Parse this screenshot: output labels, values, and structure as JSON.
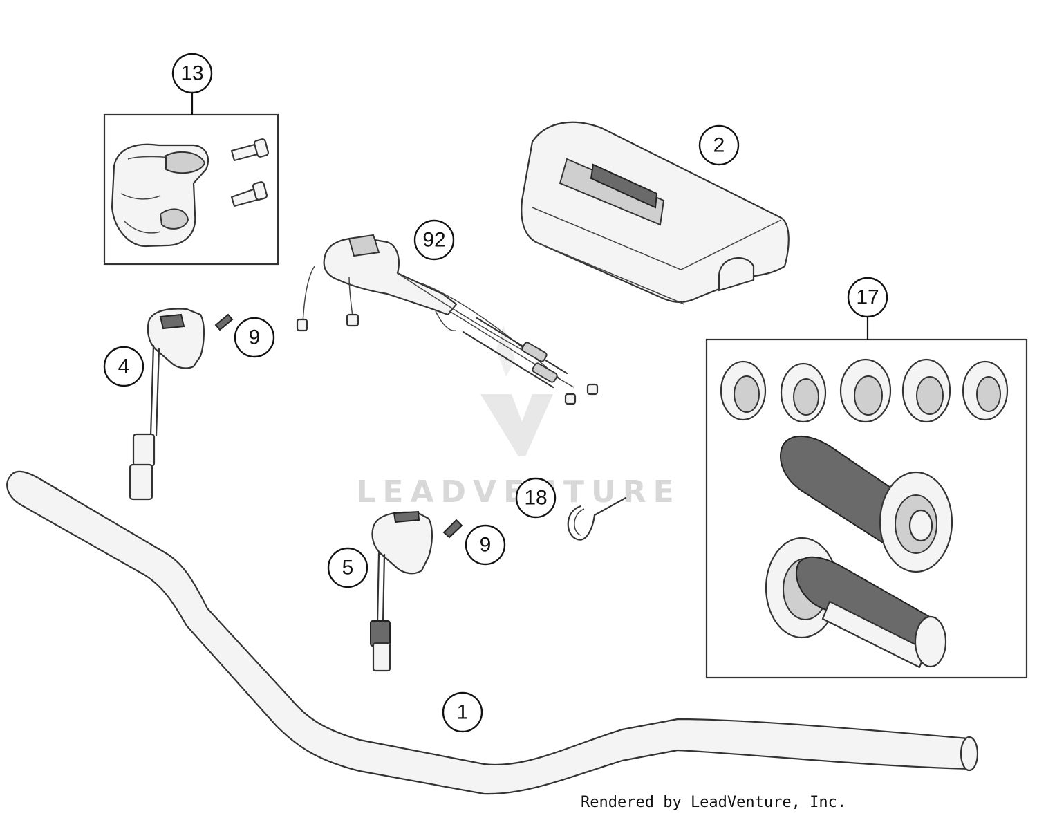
{
  "watermark": {
    "brand": "LEADVENTURE"
  },
  "footer": {
    "credit": "Rendered by LeadVenture, Inc."
  },
  "callouts": {
    "c1": "1",
    "c2": "2",
    "c4": "4",
    "c5": "5",
    "c9a": "9",
    "c9b": "9",
    "c13": "13",
    "c17": "17",
    "c18": "18",
    "c92": "92"
  }
}
